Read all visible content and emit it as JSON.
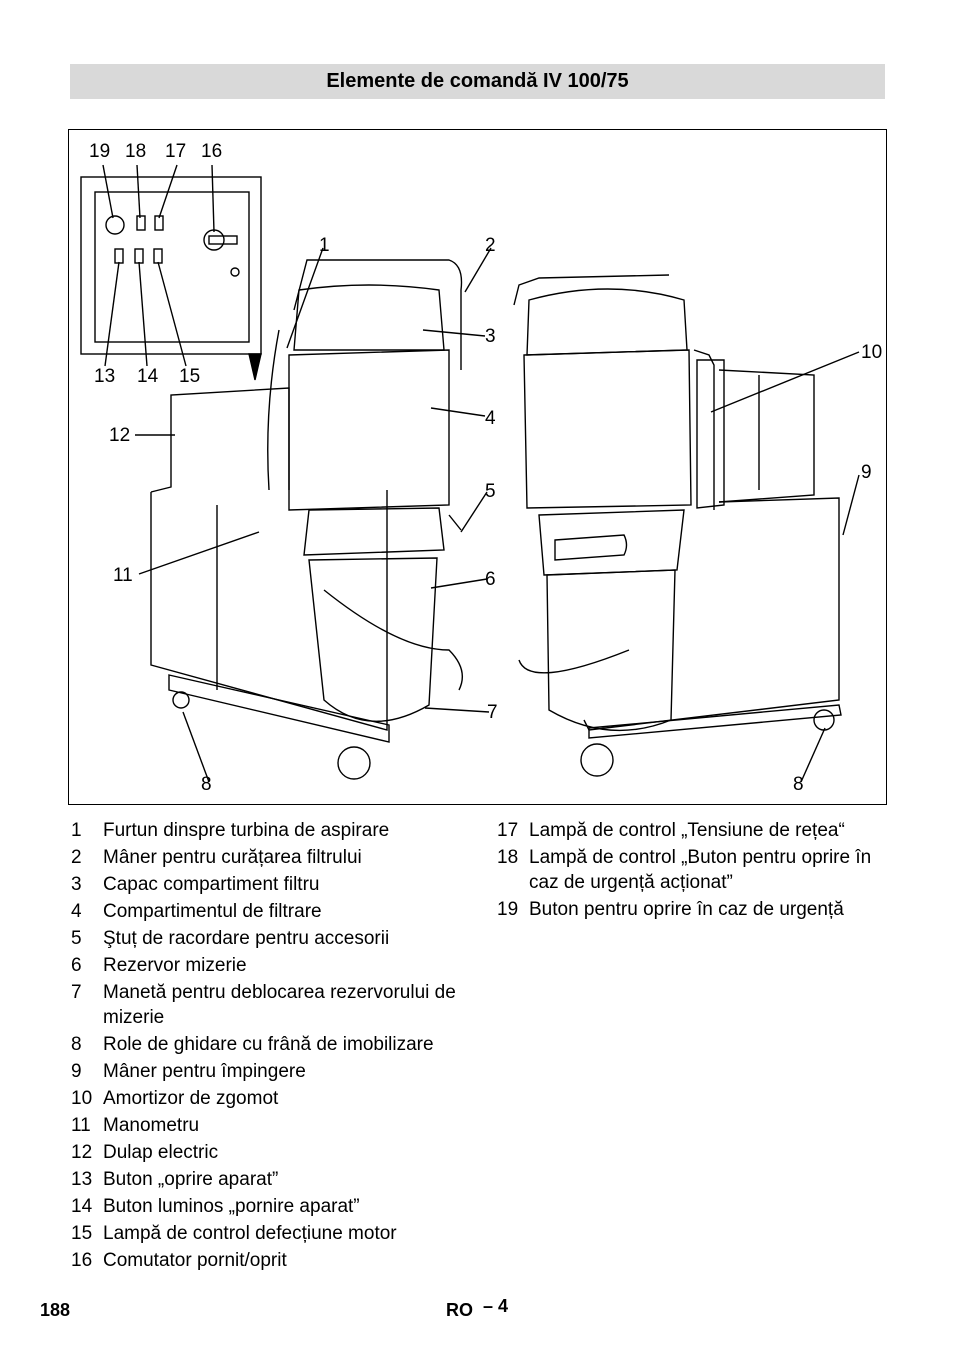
{
  "header": {
    "title": "Elemente de comandă IV 100/75"
  },
  "figure": {
    "callouts": [
      "19",
      "18",
      "17",
      "16",
      "1",
      "2",
      "3",
      "4",
      "5",
      "6",
      "7",
      "8",
      "8",
      "9",
      "10",
      "11",
      "12",
      "13",
      "14",
      "15"
    ]
  },
  "legend": {
    "left": [
      {
        "num": "1",
        "text": "Furtun dinspre turbina de aspirare"
      },
      {
        "num": "2",
        "text": "Mâner pentru curățarea filtrului"
      },
      {
        "num": "3",
        "text": "Capac compartiment filtru"
      },
      {
        "num": "4",
        "text": "Compartimentul de filtrare"
      },
      {
        "num": "5",
        "text": "Ştuț de racordare pentru accesorii"
      },
      {
        "num": "6",
        "text": "Rezervor mizerie"
      },
      {
        "num": "7",
        "text": "Manetă pentru deblocarea rezervorului de mizerie"
      },
      {
        "num": "8",
        "text": "Role de ghidare cu frână de imobilizare"
      },
      {
        "num": "9",
        "text": "Mâner pentru împingere"
      },
      {
        "num": "10",
        "text": "Amortizor de zgomot"
      },
      {
        "num": "11",
        "text": "Manometru"
      },
      {
        "num": "12",
        "text": "Dulap electric"
      },
      {
        "num": "13",
        "text": "Buton „oprire aparat”"
      },
      {
        "num": "14",
        "text": "Buton luminos „pornire aparat”"
      },
      {
        "num": "15",
        "text": "Lampă de control defecțiune motor"
      },
      {
        "num": "16",
        "text": "Comutator pornit/oprit"
      }
    ],
    "right": [
      {
        "num": "17",
        "text": "Lampă de control „Tensiune de rețea“"
      },
      {
        "num": "18",
        "text": "Lampă de control „Buton pentru oprire în caz de urgență acționat”"
      },
      {
        "num": "19",
        "text": "Buton pentru oprire în caz de urgență"
      }
    ]
  },
  "footer": {
    "page_number": "188",
    "language": "RO",
    "section": "– 4"
  }
}
